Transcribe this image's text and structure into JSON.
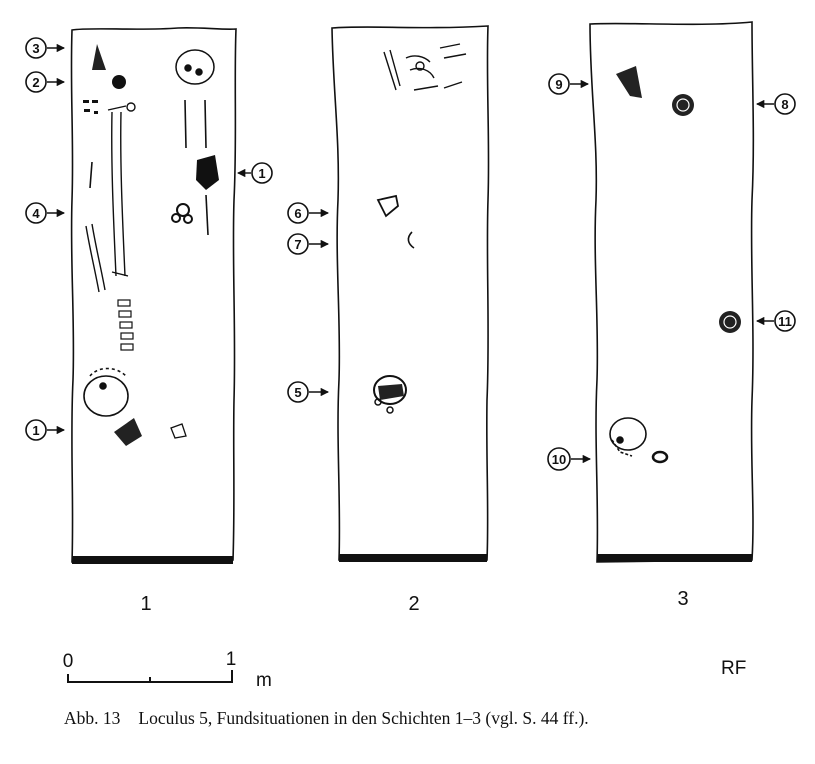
{
  "panels": [
    {
      "label": "1"
    },
    {
      "label": "2"
    },
    {
      "label": "3"
    }
  ],
  "callouts": {
    "p1_top": "3",
    "p1_second": "2",
    "p1_mid": "4",
    "p1_bottom": "1",
    "p1_right": "1",
    "p2_a": "6",
    "p2_b": "7",
    "p2_c": "5",
    "p3_a": "9",
    "p3_b": "8",
    "p3_c": "11",
    "p3_d": "10"
  },
  "scale": {
    "start": "0",
    "end": "1",
    "unit": "m"
  },
  "initials": "RF",
  "caption": {
    "figure_no": "Abb. 13",
    "text": "Loculus 5, Fundsituationen in den Schichten 1–3 (vgl. S. 44 ff.)."
  }
}
